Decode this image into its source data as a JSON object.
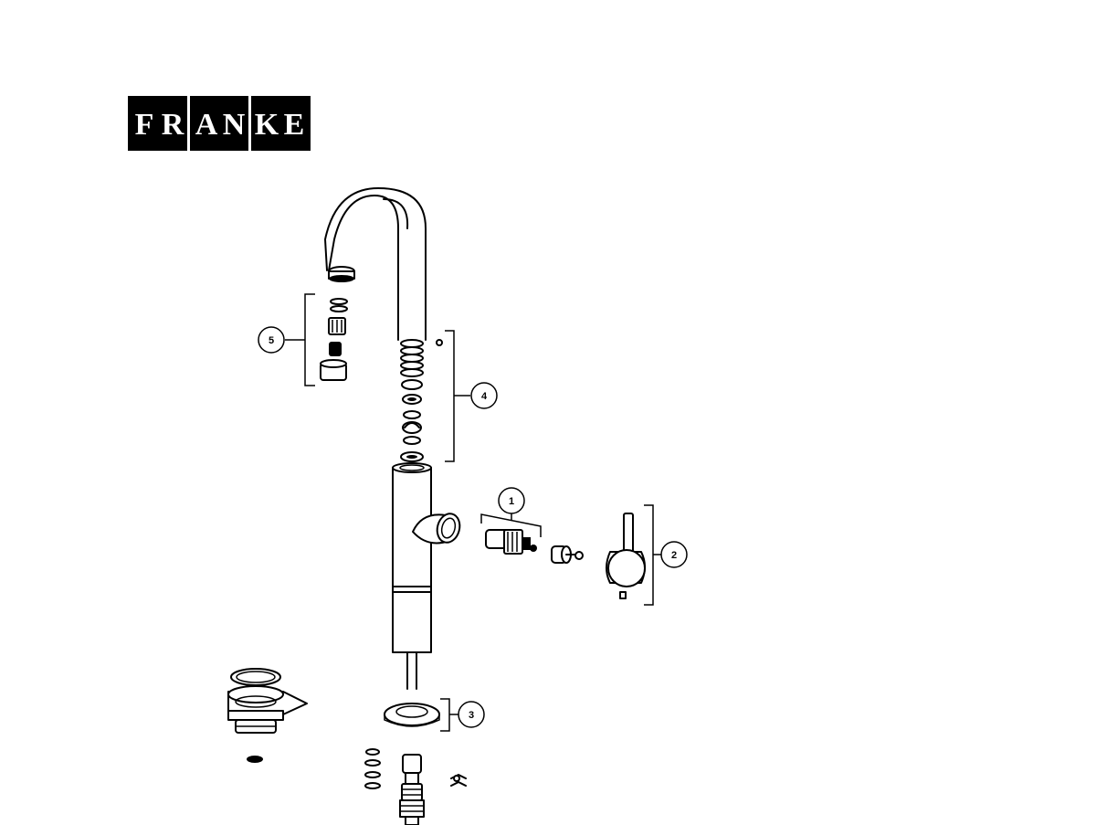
{
  "brand": {
    "name": "FRANKE",
    "letters": [
      "F",
      "R",
      "A",
      "N",
      "K",
      "E"
    ],
    "color": "#000000"
  },
  "callouts": [
    {
      "label": "1"
    },
    {
      "label": "2"
    },
    {
      "label": "3"
    },
    {
      "label": "4"
    },
    {
      "label": "5"
    }
  ],
  "colors": {
    "line": "#000000",
    "background": "#ffffff"
  }
}
